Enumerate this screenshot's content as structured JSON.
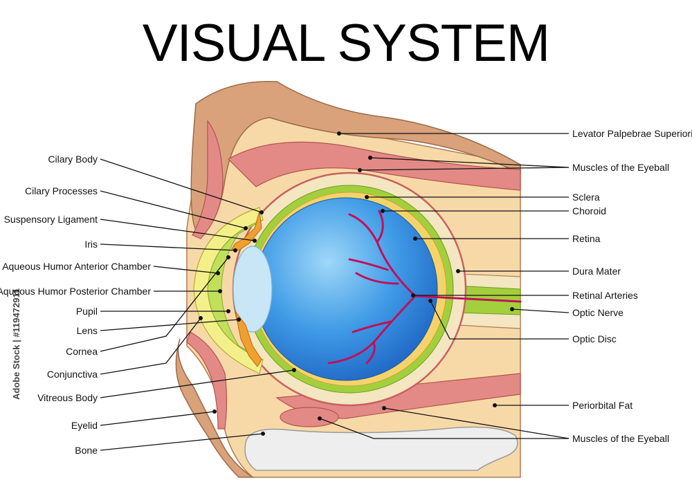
{
  "title": "VISUAL SYSTEM",
  "stock_id": "Adobe Stock | #119472911",
  "labels_left": [
    "Cilary Body",
    "Cilary Processes",
    "Suspensory Ligament",
    "Iris",
    "Aqueous Humor Anterior Chamber",
    "Aqueous Humor Posterior Chamber",
    "Pupil",
    "Lens",
    "Cornea",
    "Conjunctiva",
    "Vitreous Body",
    "Eyelid",
    "Bone"
  ],
  "labels_right": [
    "Levator Palpebrae Superioris",
    "Muscles of the Eyeball",
    "Sclera",
    "Choroid",
    "Retina",
    "Dura Mater",
    "Retinal Arteries",
    "Optic Nerve",
    "Optic Disc",
    "Periorbital Fat",
    "Muscles of the Eyeball"
  ],
  "colors": {
    "skin": "#d9a27b",
    "fat": "#f7d9a8",
    "muscle": "#e38a86",
    "muscle_dark": "#c9605e",
    "sclera": "#f3e6c0",
    "choroid": "#a4cf3d",
    "retina": "#f6d36a",
    "vitreous": "#2f8fe0",
    "vitreous_light": "#8ed0f5",
    "artery": "#c0105a",
    "lens": "#c9e6f6",
    "iris": "#f0a030",
    "bone": "#eeeeee"
  }
}
